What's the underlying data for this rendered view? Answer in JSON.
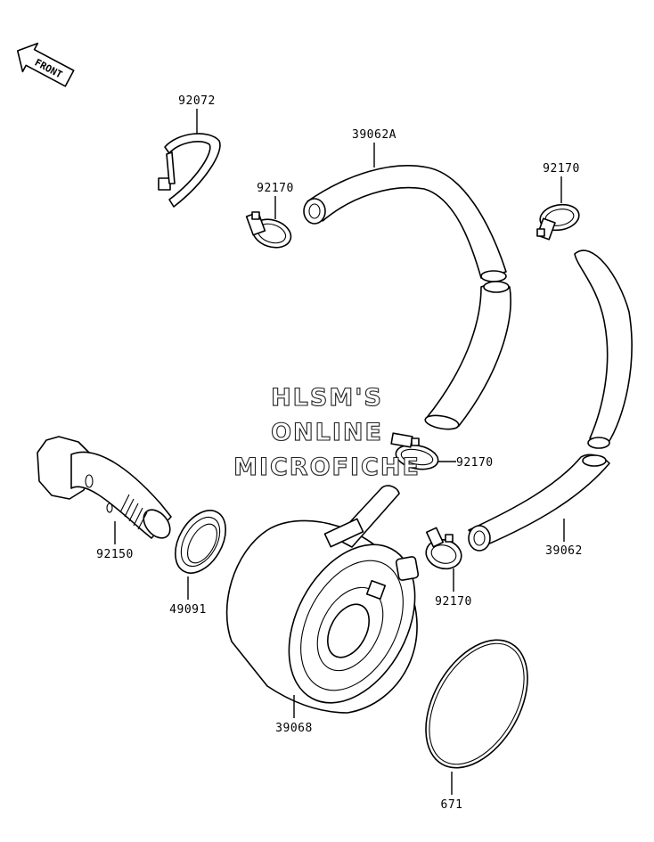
{
  "direction_marker": {
    "text": "FRONT"
  },
  "watermark": {
    "line1": "HLSM'S",
    "line2": "ONLINE",
    "line3": "MICROFICHE"
  },
  "parts": [
    {
      "id": "tie_band",
      "number": "92072"
    },
    {
      "id": "hose_upper",
      "number": "39062A"
    },
    {
      "id": "clamp_a",
      "number": "92170"
    },
    {
      "id": "clamp_b",
      "number": "92170"
    },
    {
      "id": "clamp_c",
      "number": "92170"
    },
    {
      "id": "clamp_d",
      "number": "92170"
    },
    {
      "id": "hose_lower",
      "number": "39062"
    },
    {
      "id": "union_bolt",
      "number": "92150"
    },
    {
      "id": "gasket",
      "number": "49091"
    },
    {
      "id": "oil_cooler",
      "number": "39068"
    },
    {
      "id": "o_ring",
      "number": "671"
    }
  ]
}
